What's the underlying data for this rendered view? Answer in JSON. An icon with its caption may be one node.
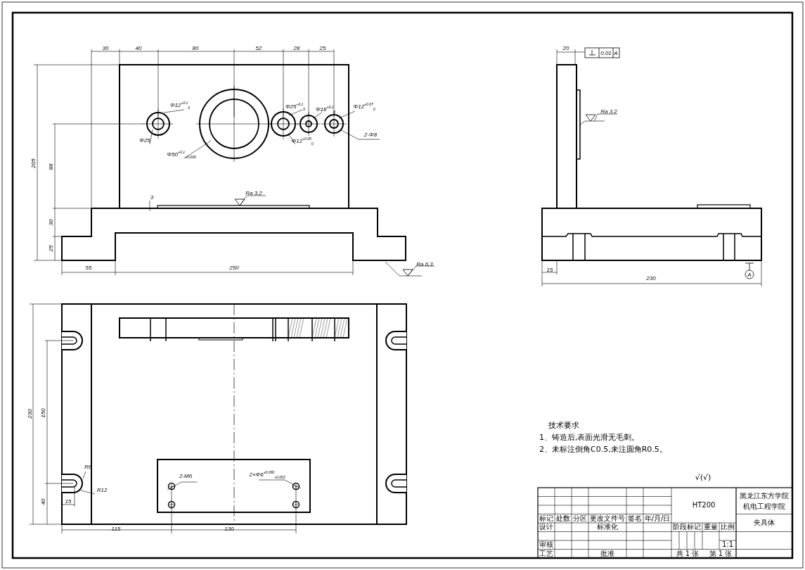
{
  "diagram": {
    "labels": [
      "30",
      "40",
      "80",
      "52",
      "28",
      "25",
      "Φ12$^{+0.1}$$_{0}$",
      "Φ25",
      "Φ50$^{+0.1}$$_{+0.009}$",
      "Φ25$^{+0.1}$$_{0}$",
      "Φ18$^{+0.1}$$_{0}$",
      "Φ12$^{+0.07}$$_{0}$",
      "Φ12$^{+0.05}$$_{0}$",
      "2-Φ8",
      "205",
      "88",
      "Ra 3.2",
      "3",
      "30",
      "25",
      "55",
      "250",
      "Ra 6.3",
      "20",
      "0.01",
      "A",
      "Ra 3.2",
      "15",
      "230",
      "A",
      "230",
      "150",
      "R6",
      "2-M6",
      "2×Φ6$^{+0.036}$$_{+0.003}$",
      "R12",
      "40",
      "15",
      "115",
      "130",
      "技术要求",
      "1、铸造后,表面光滑无毛刺。",
      "2、未标注倒角C0.5,未注圆角R0.5。",
      "√(√)",
      "HT200",
      "黑龙江东方学院机电工程学院",
      "标记",
      "处数",
      "分区",
      "更改文件号",
      "签名",
      "年/月/日",
      "夹具体",
      "设计",
      "标准化",
      "阶段标记",
      "重量",
      "比例",
      "1:1",
      "审核",
      "工艺",
      "批准",
      "共 1 张",
      "第 1 张"
    ]
  }
}
